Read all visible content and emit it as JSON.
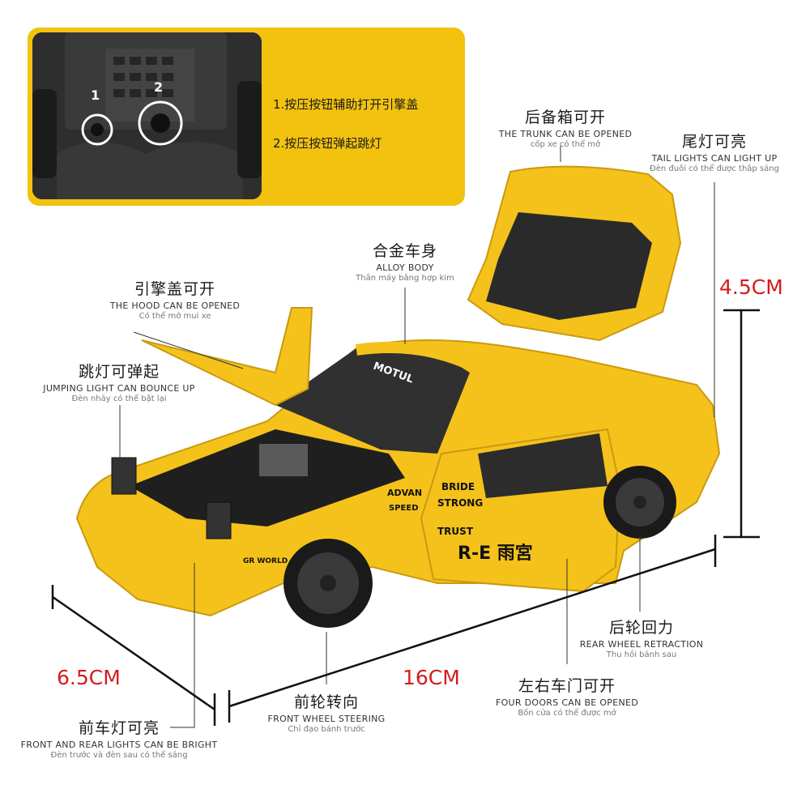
{
  "inset": {
    "marker_1": "1",
    "marker_2": "2",
    "step_1": "1.按压按钮辅助打开引擎盖",
    "step_2": "2.按压按钮弹起跳灯"
  },
  "labels": {
    "trunk": {
      "cn": "后备箱可开",
      "en": "THE TRUNK CAN BE OPENED",
      "vi": "cốp xe có thể mở"
    },
    "tail": {
      "cn": "尾灯可亮",
      "en": "TAIL LIGHTS CAN LIGHT UP",
      "vi": "Đèn đuôi có thể được thắp sáng"
    },
    "body": {
      "cn": "合金车身",
      "en": "ALLOY BODY",
      "vi": "Thân máy bằng hợp kim"
    },
    "hood": {
      "cn": "引擎盖可开",
      "en": "THE HOOD CAN BE OPENED",
      "vi": "Có thể mở mui xe"
    },
    "jump": {
      "cn": "跳灯可弹起",
      "en": "JUMPING LIGHT CAN BOUNCE UP",
      "vi": "Đèn nhảy có thể bật lại"
    },
    "rear_wheel": {
      "cn": "后轮回力",
      "en": "REAR WHEEL RETRACTION",
      "vi": "Thu hồi bánh sau"
    },
    "doors": {
      "cn": "左右车门可开",
      "en": "FOUR DOORS CAN BE OPENED",
      "vi": "Bốn cửa có thể được mở"
    },
    "front_wheel": {
      "cn": "前轮转向",
      "en": "FRONT WHEEL STEERING",
      "vi": "Chỉ đạo bánh trước"
    },
    "lights": {
      "cn": "前车灯可亮",
      "en": "FRONT AND REAR LIGHTS CAN BE BRIGHT",
      "vi": "Đèn trước và đèn sau có thể sáng"
    }
  },
  "dimensions": {
    "height": "4.5CM",
    "width": "6.5CM",
    "length": "16CM"
  },
  "car_decals": {
    "motul": "MOTUL",
    "bride": "BRIDE",
    "strong": "STRONG",
    "trust": "TRUST",
    "advan": "ADVAN",
    "speed": "SPEED",
    "rx": "R-E 雨宮",
    "gr": "GR WORLD"
  },
  "colors": {
    "car_yellow": "#f4c21a",
    "dimension_red": "#d41c1c",
    "inset_bg": "#f2c20f"
  }
}
